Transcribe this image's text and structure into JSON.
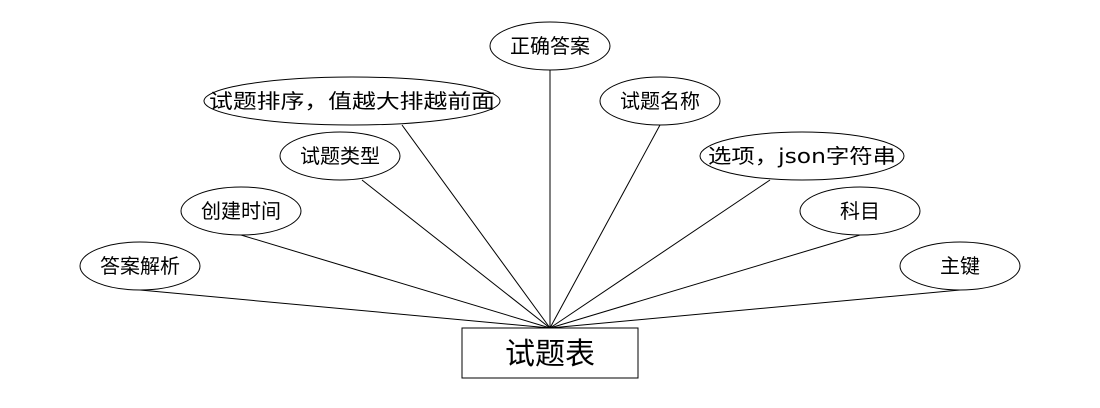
{
  "entity": {
    "label": "试题表"
  },
  "attributes": [
    {
      "id": "correct-answer",
      "label": "正确答案"
    },
    {
      "id": "question-order",
      "label": "试题排序，值越大排越前面"
    },
    {
      "id": "question-name",
      "label": "试题名称"
    },
    {
      "id": "question-type",
      "label": "试题类型"
    },
    {
      "id": "options",
      "label": "选项，json字符串"
    },
    {
      "id": "created-time",
      "label": "创建时间"
    },
    {
      "id": "subject",
      "label": "科目"
    },
    {
      "id": "answer-analysis",
      "label": "答案解析"
    },
    {
      "id": "primary-key",
      "label": "主键"
    }
  ]
}
